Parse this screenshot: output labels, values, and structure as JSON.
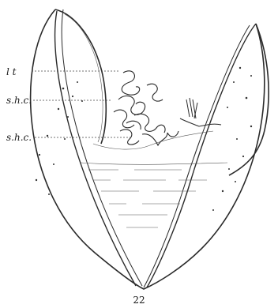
{
  "figure": {
    "number": "22",
    "labels": {
      "first": "l t",
      "second": "s.h.c.",
      "third": "s.h.c."
    }
  }
}
